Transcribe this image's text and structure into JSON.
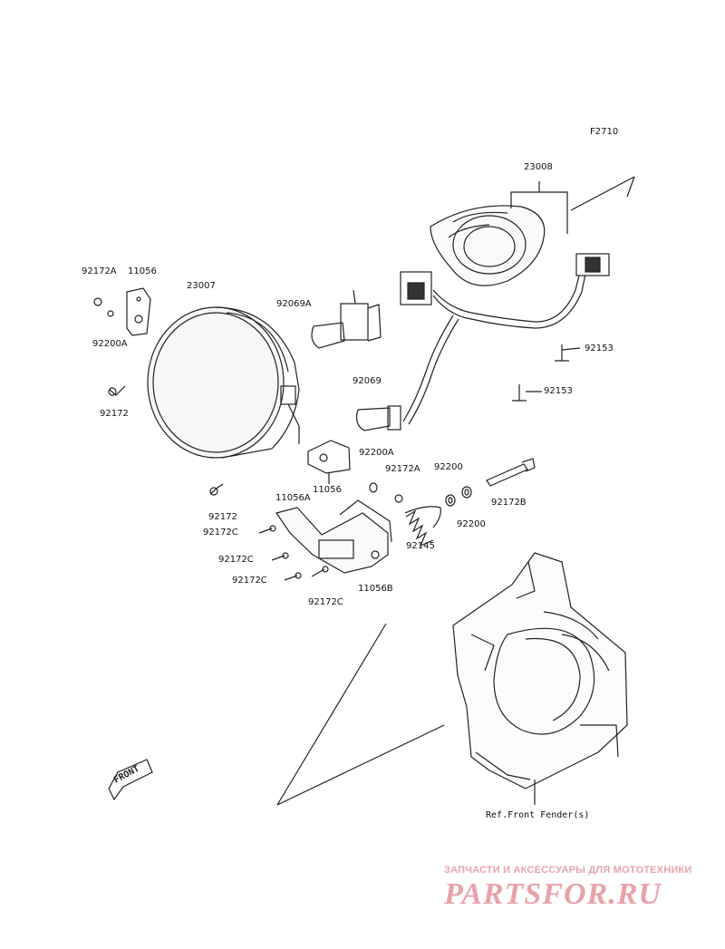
{
  "figure_code": "F2710",
  "parts": {
    "p23008": "23008",
    "p92172A_left": "92172A",
    "p11056_top": "11056",
    "p23007": "23007",
    "p92069A": "92069A",
    "p92200A_left": "92200A",
    "p92153_a": "92153",
    "p92153_b": "92153",
    "p92172_left": "92172",
    "p92069": "92069",
    "p92200A_mid": "92200A",
    "p11056_mid": "11056",
    "p92172A_mid": "92172A",
    "p92200_top": "92200",
    "p92172B": "92172B",
    "p92172_mid": "92172",
    "p11056A": "11056A",
    "p92172C_1": "92172C",
    "p92172C_2": "92172C",
    "p92172C_3": "92172C",
    "p92172C_4": "92172C",
    "p11056B": "11056B",
    "p92145": "92145",
    "p92200_bottom": "92200"
  },
  "reference_note": "Ref.Front Fender(s)",
  "front_marker": "FRONT",
  "watermark": {
    "subtitle": "ЗАПЧАСТИ И АКСЕССУАРЫ ДЛЯ МОТОТЕХНИКИ",
    "logo": "PARTSFOR.RU",
    "color": "#e8a3a9"
  }
}
